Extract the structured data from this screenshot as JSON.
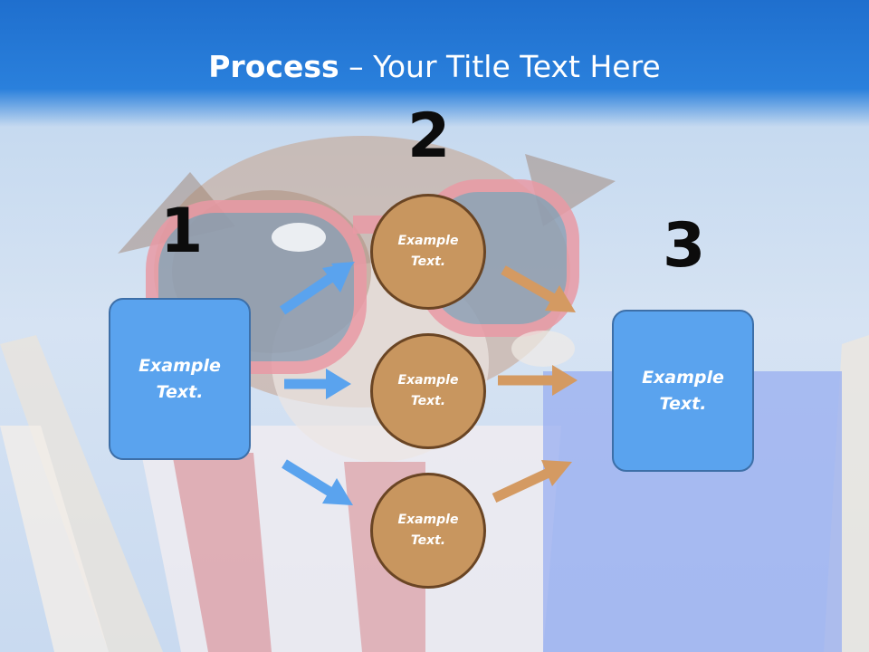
{
  "title": {
    "bold": "Process",
    "rest": " – Your Title Text Here"
  },
  "steps": {
    "s1": {
      "number": "1",
      "text": "Example Text."
    },
    "s2": {
      "number": "2",
      "text": "Example Text."
    },
    "s3": {
      "number": "3",
      "text": "Example Text."
    }
  },
  "circles": [
    {
      "text": "Example Text."
    },
    {
      "text": "Example Text."
    },
    {
      "text": "Example Text."
    }
  ],
  "colors": {
    "box": "#5aa3ee",
    "circle": "#c8965f",
    "arrow_blue": "#5aa3ee",
    "arrow_orange": "#d49a62"
  }
}
